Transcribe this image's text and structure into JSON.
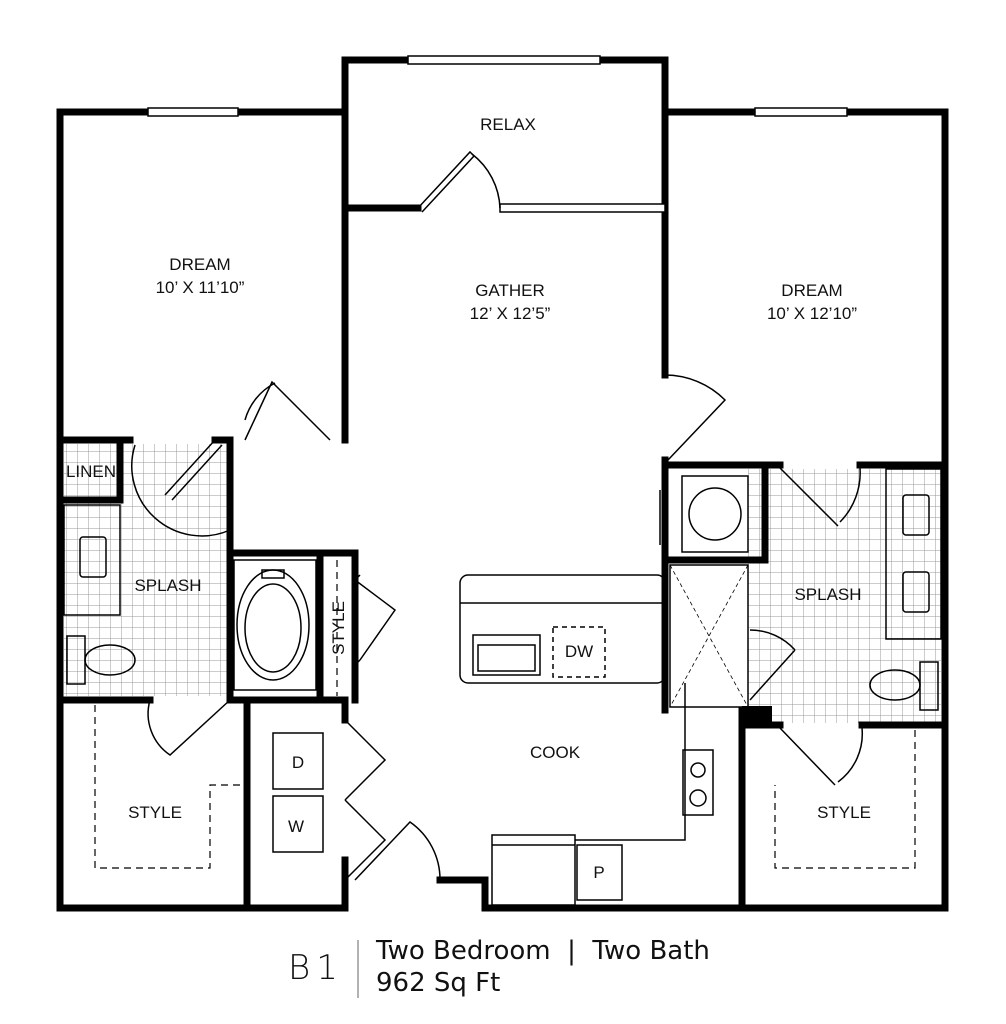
{
  "rooms": {
    "relax": "RELAX",
    "dream_left": {
      "name": "DREAM",
      "size": "10’ X 11’10”"
    },
    "gather": {
      "name": "GATHER",
      "size": "12’ X 12’5”"
    },
    "dream_right": {
      "name": "DREAM",
      "size": "10’ X 12’10”"
    },
    "linen": "LINEN",
    "splash_left": "SPLASH",
    "splash_right": "SPLASH",
    "style_closet_small": "STYLE",
    "style_left": "STYLE",
    "style_right": "STYLE",
    "cook": "COOK",
    "dw": "DW",
    "dryer": "D",
    "washer": "W",
    "pantry": "P"
  },
  "caption": {
    "plan_code": "B1",
    "type": "Two Bedroom  |  Two Bath",
    "area": "962 Sq Ft"
  },
  "colors": {
    "wall": "#000000",
    "tile": "#999999"
  }
}
